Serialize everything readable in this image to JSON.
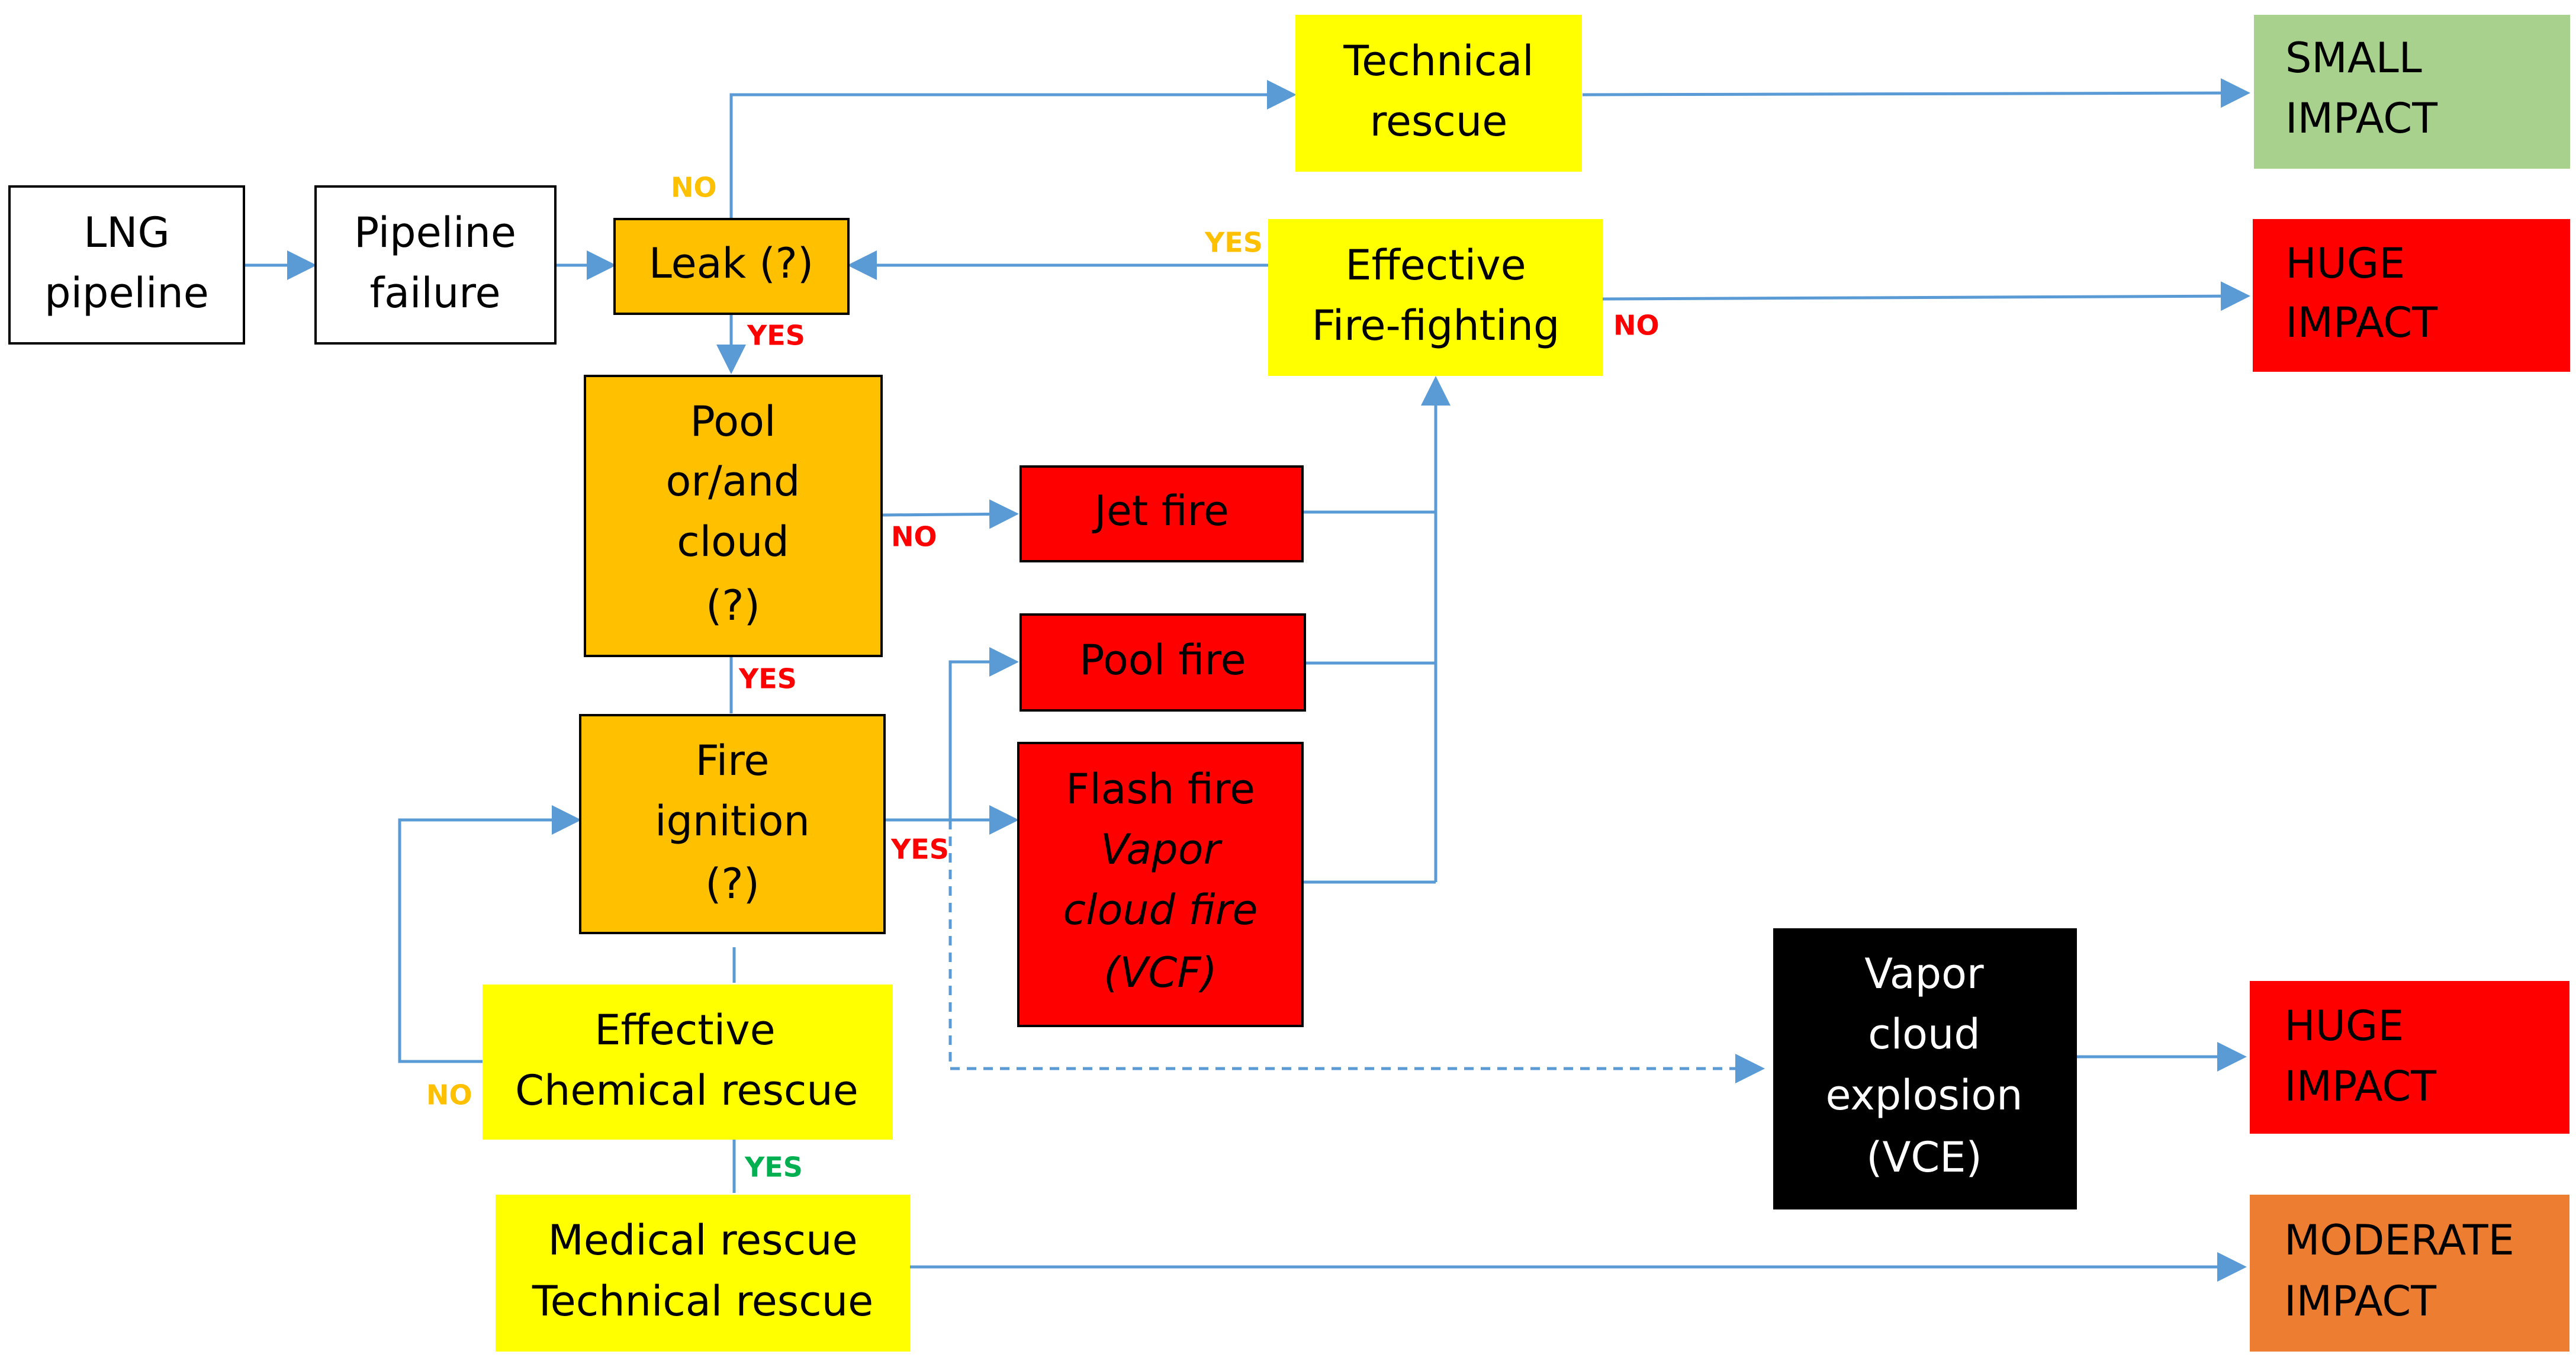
{
  "colors": {
    "white": "#ffffff",
    "yellow": "#ffff00",
    "orange": "#ffc000",
    "red": "#ff0000",
    "black": "#000000",
    "green": "#a9d18e",
    "dark_orange": "#ed7d31",
    "connector": "#5b9bd5",
    "label_yes_red": "#ff0000",
    "label_no_red": "#ff0000",
    "label_orange": "#ffc000",
    "label_green": "#00b050"
  },
  "nodes": {
    "lng_pipeline": [
      "LNG",
      "pipeline"
    ],
    "pipeline_failure": [
      "Pipeline",
      "failure"
    ],
    "leak": [
      "Leak (?)"
    ],
    "technical_rescue": [
      "Technical",
      "rescue"
    ],
    "effective_firefighting": [
      "Effective",
      "Fire-fighting"
    ],
    "pool_cloud": [
      "Pool",
      "or/and",
      "cloud",
      "(?)"
    ],
    "jet_fire": [
      "Jet fire"
    ],
    "pool_fire": [
      "Pool fire"
    ],
    "fire_ignition": [
      "Fire",
      "ignition",
      "(?)"
    ],
    "flash_fire": [
      "Flash fire"
    ],
    "flash_fire_italic": [
      "Vapor",
      "cloud fire",
      "(VCF)"
    ],
    "effective_chemical_rescue": [
      "Effective",
      "Chemical rescue"
    ],
    "medical_technical_rescue": [
      "Medical rescue",
      "Technical rescue"
    ],
    "vce": [
      "Vapor",
      "cloud",
      "explosion",
      "(VCE)"
    ],
    "small_impact": [
      "SMALL",
      "IMPACT"
    ],
    "huge_impact_1": [
      "HUGE",
      "IMPACT"
    ],
    "huge_impact_2": [
      "HUGE",
      "IMPACT"
    ],
    "moderate_impact": [
      "MODERATE",
      "IMPACT"
    ]
  },
  "labels": {
    "leak_no": "NO",
    "leak_yes": "YES",
    "firefighting_yes": "YES",
    "firefighting_no": "NO",
    "pool_no": "NO",
    "pool_yes": "YES",
    "ignition_yes": "YES",
    "chem_no": "NO",
    "chem_yes": "YES"
  }
}
